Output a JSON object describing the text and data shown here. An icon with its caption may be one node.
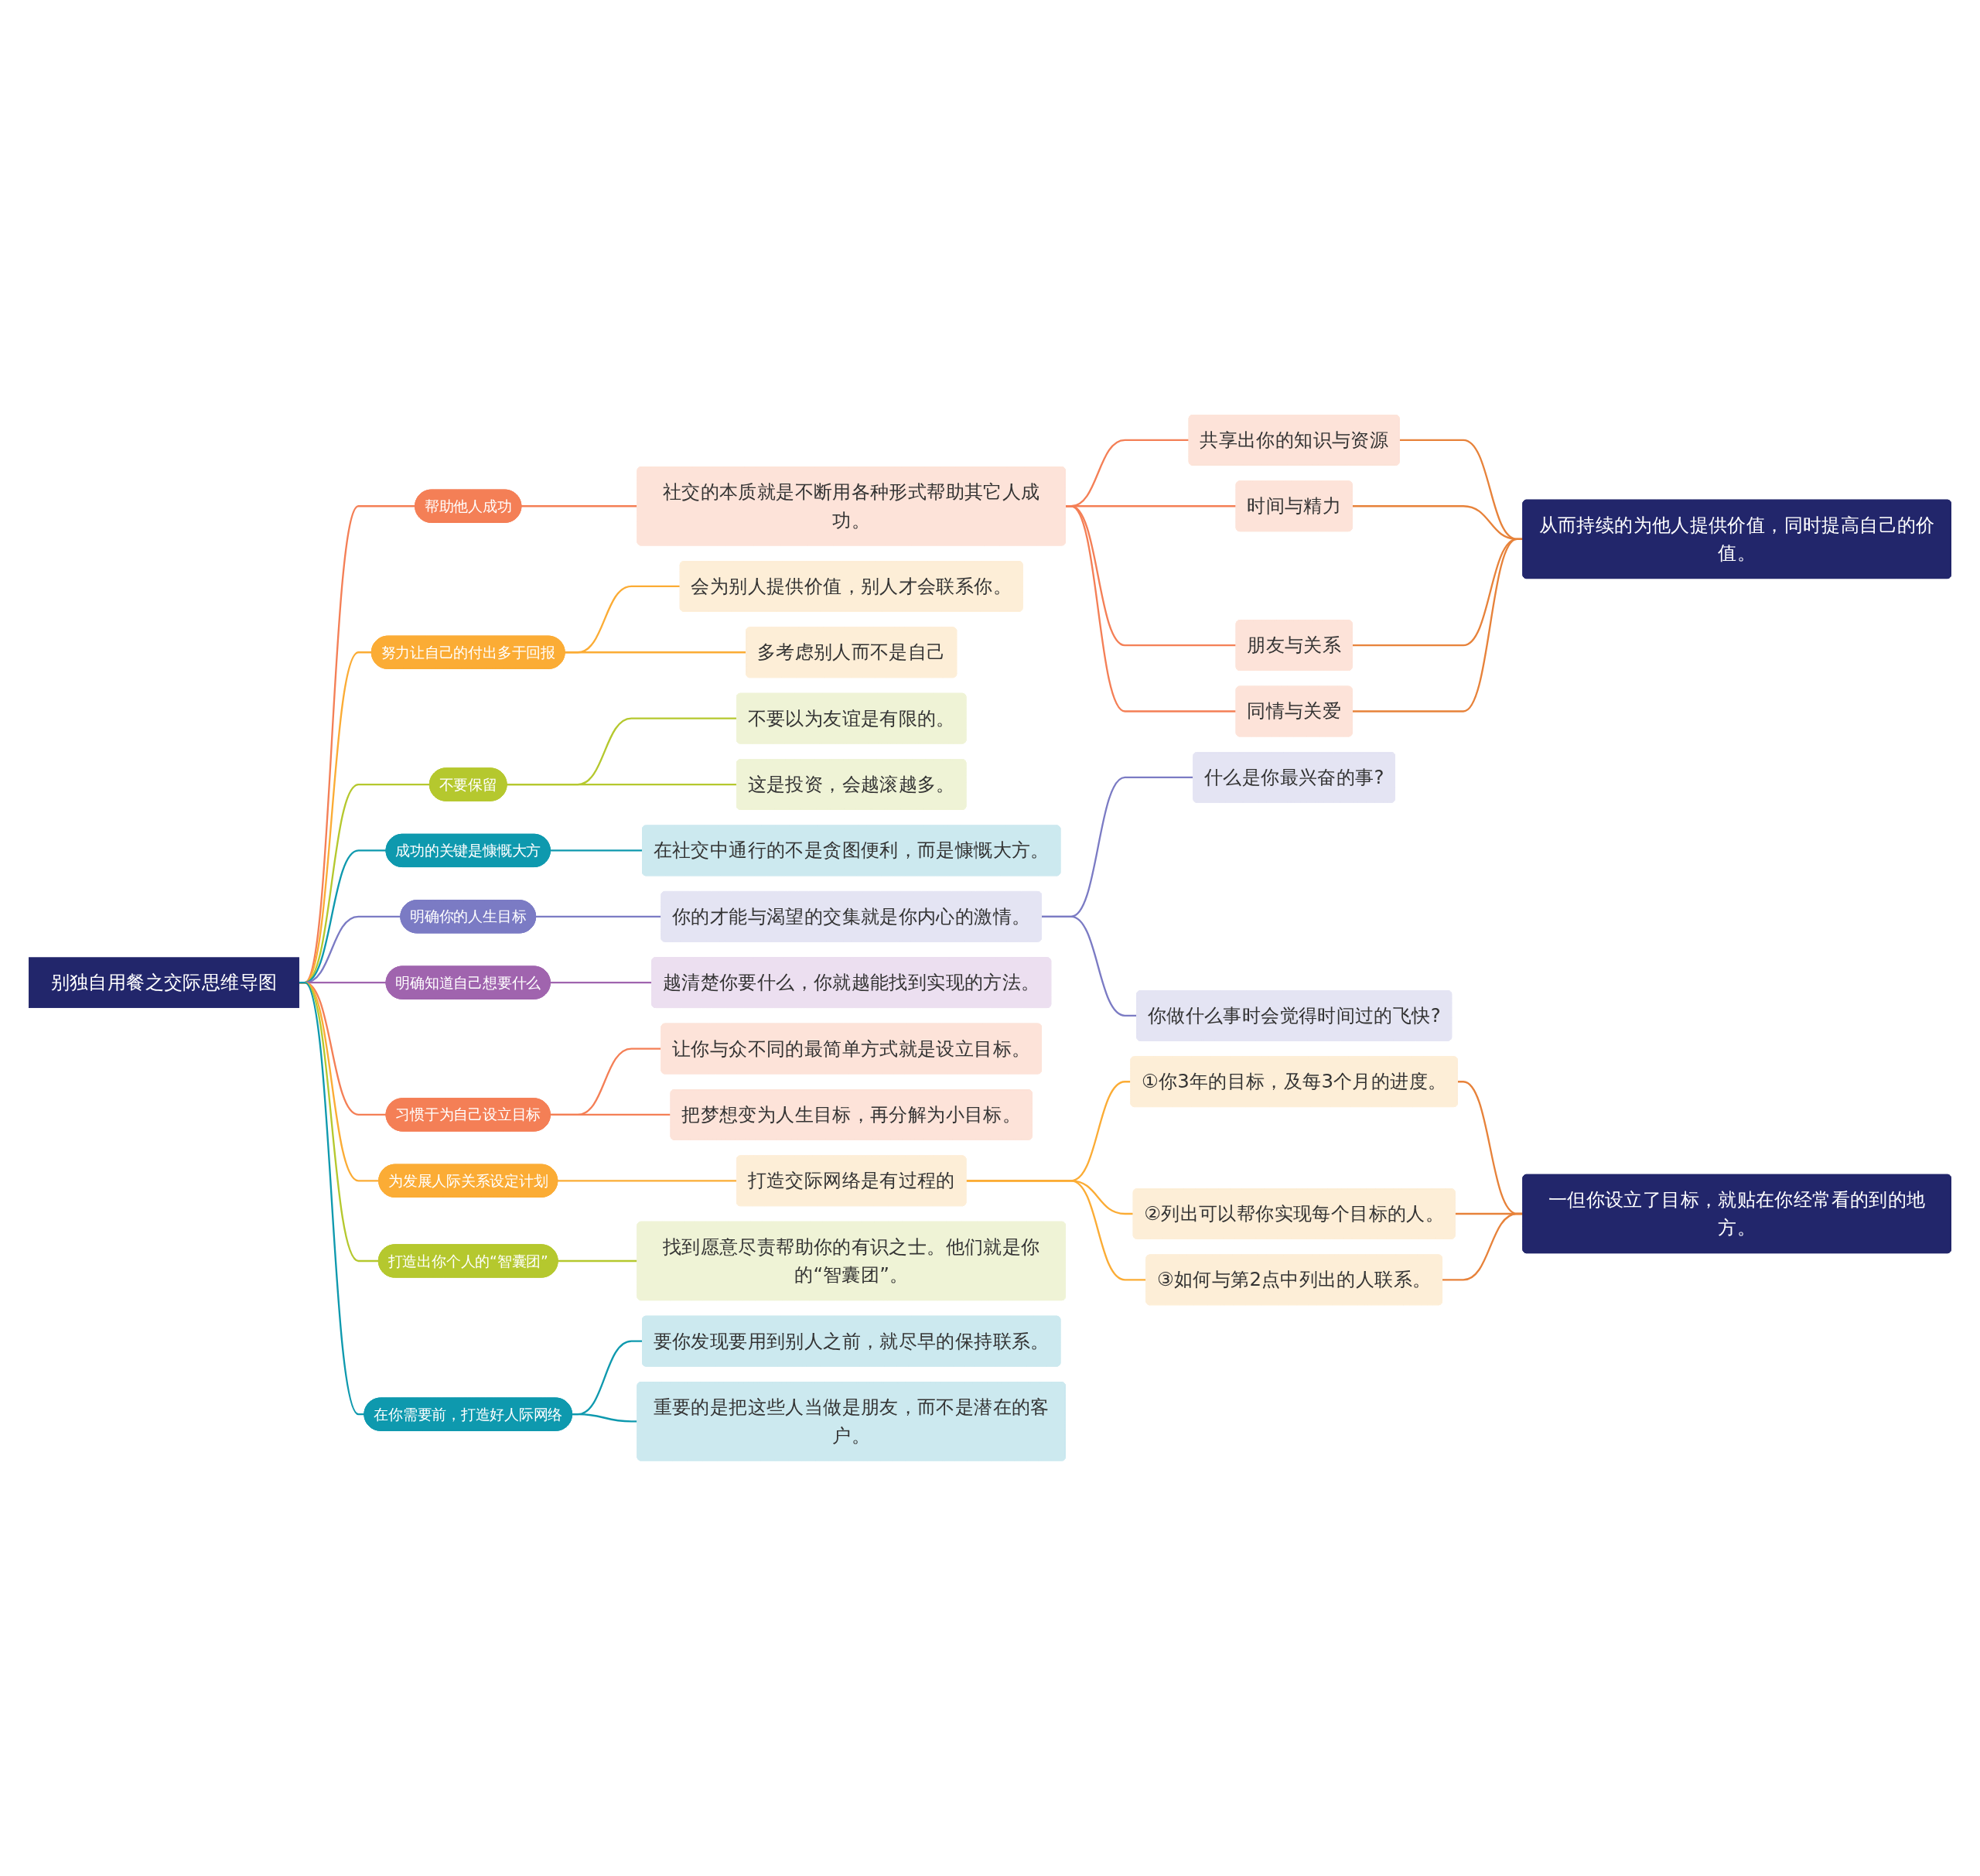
{
  "diagram": {
    "nodes": [
      {
        "text": [
          "别独自用餐之交际思维导图"
        ]
      },
      {
        "text": [
          "帮助他人成功"
        ]
      },
      {
        "text": [
          "社交的本质就是不断用各种形式帮助其它人成功。"
        ]
      },
      {
        "text": [
          "共享出你的知识与资源"
        ]
      },
      {
        "text": [
          "时间与精力"
        ]
      },
      {
        "text": [
          "朋友与关系"
        ]
      },
      {
        "text": [
          "同情与关爱"
        ]
      },
      {
        "text": [
          "从而持续的为他人提供价值，同时提高自己的价值。"
        ]
      },
      {
        "text": [
          "努力让自己的付出多于回报"
        ]
      },
      {
        "text": [
          "会为别人提供价值，别人才会联系你。"
        ]
      },
      {
        "text": [
          "多考虑别人而不是自己"
        ]
      },
      {
        "text": [
          "不要保留"
        ]
      },
      {
        "text": [
          "不要以为友谊是有限的。"
        ]
      },
      {
        "text": [
          "这是投资，会越滚越多。"
        ]
      },
      {
        "text": [
          "成功的关键是慷慨大方"
        ]
      },
      {
        "text": [
          "在社交中通行的不是贪图便利，而是慷慨大方。"
        ]
      },
      {
        "text": [
          "明确你的人生目标"
        ]
      },
      {
        "text": [
          "你的才能与渴望的交集就是你内心的激情。"
        ]
      },
      {
        "text": [
          "什么是你最兴奋的事?"
        ]
      },
      {
        "text": [
          "你做什么事时会觉得时间过的飞快?"
        ]
      },
      {
        "text": [
          "明确知道自己想要什么"
        ]
      },
      {
        "text": [
          "越清楚你要什么，你就越能找到实现的方法。"
        ]
      },
      {
        "text": [
          "习惯于为自己设立目标"
        ]
      },
      {
        "text": [
          "让你与众不同的最简单方式就是设立目标。"
        ]
      },
      {
        "text": [
          "把梦想变为人生目标，再分解为小目标。"
        ]
      },
      {
        "text": [
          "为发展人际关系设定计划"
        ]
      },
      {
        "text": [
          "打造交际网络是有过程的"
        ]
      },
      {
        "text": [
          "①你3年的目标，及每3个月的进度。"
        ]
      },
      {
        "text": [
          "②列出可以帮你实现每个目标的人。"
        ]
      },
      {
        "text": [
          "③如何与第2点中列出的人联系。"
        ]
      },
      {
        "text": [
          "一但你设立了目标，就贴在你经常看的到的地方。"
        ]
      },
      {
        "text": [
          "打造出你个人的“智囊团”"
        ]
      },
      {
        "text": [
          "找到愿意尽责帮助你的有识之士。他们就是你的“智囊团”。"
        ]
      },
      {
        "text": [
          "在你需要前，打造好人际网络"
        ]
      },
      {
        "text": [
          "要你发现要用到别人之前，就尽早的保持联系。"
        ]
      },
      {
        "text": [
          "重要的是把这些人当做是朋友，而不是潜在的客户。"
        ]
      }
    ],
    "edges": [
      {
        "from": 0,
        "to": 1,
        "arrow": "none",
        "color": "#f47f56"
      },
      {
        "from": 1,
        "to": 2,
        "arrow": "none",
        "color": "#f47f56"
      },
      {
        "from": 2,
        "to": 3,
        "arrow": "none",
        "color": "#f47f56"
      },
      {
        "from": 2,
        "to": 4,
        "arrow": "none",
        "color": "#f47f56"
      },
      {
        "from": 2,
        "to": 5,
        "arrow": "none",
        "color": "#f47f56"
      },
      {
        "from": 2,
        "to": 6,
        "arrow": "none",
        "color": "#f47f56"
      },
      {
        "from": 3,
        "to": 7,
        "arrow": "none",
        "color": "#e7823a"
      },
      {
        "from": 4,
        "to": 7,
        "arrow": "none",
        "color": "#e7823a"
      },
      {
        "from": 5,
        "to": 7,
        "arrow": "none",
        "color": "#e7823a"
      },
      {
        "from": 6,
        "to": 7,
        "arrow": "none",
        "color": "#e7823a"
      },
      {
        "from": 0,
        "to": 8,
        "arrow": "none",
        "color": "#fbac35"
      },
      {
        "from": 8,
        "to": 9,
        "arrow": "none",
        "color": "#fbac35"
      },
      {
        "from": 8,
        "to": 10,
        "arrow": "none",
        "color": "#fbac35"
      },
      {
        "from": 0,
        "to": 11,
        "arrow": "none",
        "color": "#b5c82e"
      },
      {
        "from": 11,
        "to": 12,
        "arrow": "none",
        "color": "#b5c82e"
      },
      {
        "from": 11,
        "to": 13,
        "arrow": "none",
        "color": "#b5c82e"
      },
      {
        "from": 0,
        "to": 14,
        "arrow": "none",
        "color": "#0e99ae"
      },
      {
        "from": 14,
        "to": 15,
        "arrow": "none",
        "color": "#0e99ae"
      },
      {
        "from": 0,
        "to": 16,
        "arrow": "none",
        "color": "#7b7bc4"
      },
      {
        "from": 16,
        "to": 17,
        "arrow": "none",
        "color": "#7b7bc4"
      },
      {
        "from": 17,
        "to": 18,
        "arrow": "none",
        "color": "#7b7bc4"
      },
      {
        "from": 17,
        "to": 19,
        "arrow": "none",
        "color": "#7b7bc4"
      },
      {
        "from": 0,
        "to": 20,
        "arrow": "none",
        "color": "#a064ae"
      },
      {
        "from": 20,
        "to": 21,
        "arrow": "none",
        "color": "#a064ae"
      },
      {
        "from": 0,
        "to": 22,
        "arrow": "none",
        "color": "#f47f56"
      },
      {
        "from": 22,
        "to": 23,
        "arrow": "none",
        "color": "#f47f56"
      },
      {
        "from": 22,
        "to": 24,
        "arrow": "none",
        "color": "#f47f56"
      },
      {
        "from": 0,
        "to": 25,
        "arrow": "none",
        "color": "#fbac35"
      },
      {
        "from": 25,
        "to": 26,
        "arrow": "none",
        "color": "#fbac35"
      },
      {
        "from": 26,
        "to": 27,
        "arrow": "none",
        "color": "#fbac35"
      },
      {
        "from": 26,
        "to": 28,
        "arrow": "none",
        "color": "#fbac35"
      },
      {
        "from": 26,
        "to": 29,
        "arrow": "none",
        "color": "#fbac35"
      },
      {
        "from": 27,
        "to": 30,
        "arrow": "none",
        "color": "#e7823a"
      },
      {
        "from": 28,
        "to": 30,
        "arrow": "none",
        "color": "#e7823a"
      },
      {
        "from": 29,
        "to": 30,
        "arrow": "none",
        "color": "#e7823a"
      },
      {
        "from": 0,
        "to": 31,
        "arrow": "none",
        "color": "#b5c82e"
      },
      {
        "from": 31,
        "to": 32,
        "arrow": "none",
        "color": "#b5c82e"
      },
      {
        "from": 0,
        "to": 33,
        "arrow": "none",
        "color": "#0e99ae"
      },
      {
        "from": 33,
        "to": 34,
        "arrow": "none",
        "color": "#0e99ae"
      },
      {
        "from": 33,
        "to": 35,
        "arrow": "none",
        "color": "#0e99ae"
      }
    ]
  }
}
